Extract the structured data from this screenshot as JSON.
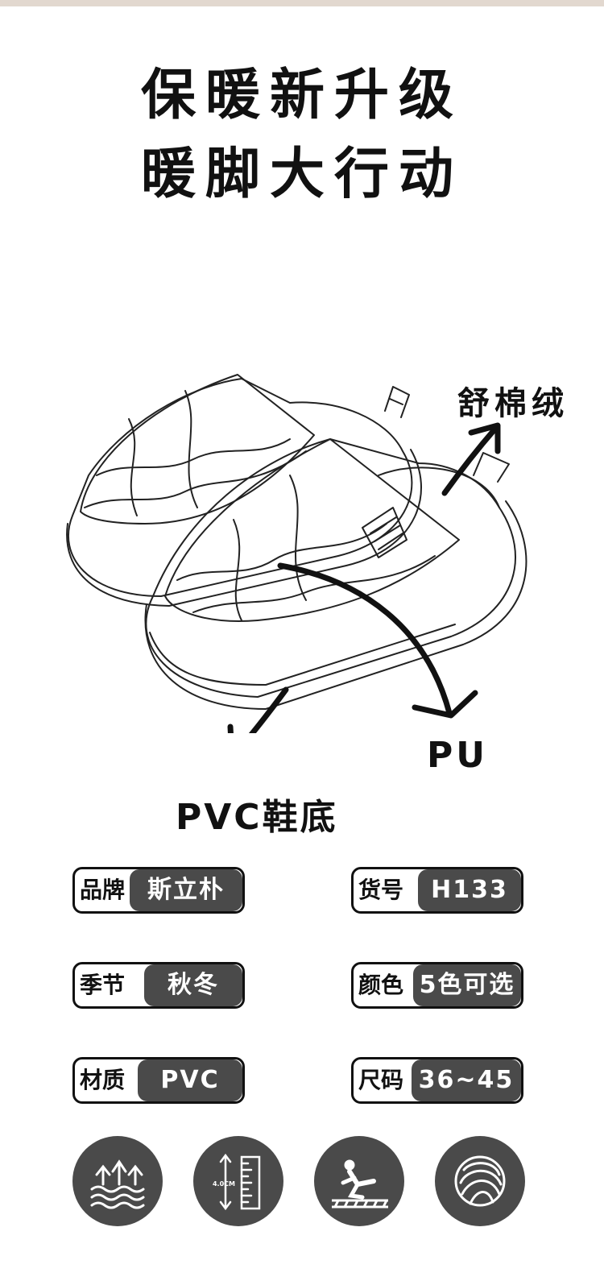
{
  "headline": {
    "line1": "保暖新升级",
    "line2": "暖脚大行动"
  },
  "callouts": {
    "lining": "舒棉绒",
    "upper": "PU",
    "sole": "PVC鞋底"
  },
  "specs": [
    {
      "label": "品牌",
      "value": "斯立朴"
    },
    {
      "label": "货号",
      "value": "H133"
    },
    {
      "label": "季节",
      "value": "秋冬"
    },
    {
      "label": "颜色",
      "value": "5色可选"
    },
    {
      "label": "材质",
      "value": "PVC"
    },
    {
      "label": "尺码",
      "value": "36~45"
    }
  ],
  "features": {
    "warm_icon": "warm-waves-icon",
    "height_icon": "sole-height-icon",
    "height_text": "4.0CM",
    "nonslip_icon": "anti-slip-icon",
    "soft_icon": "soft-yarn-icon"
  },
  "colors": {
    "accent": "#4a4a4a",
    "strip": "#e2d8cf"
  }
}
